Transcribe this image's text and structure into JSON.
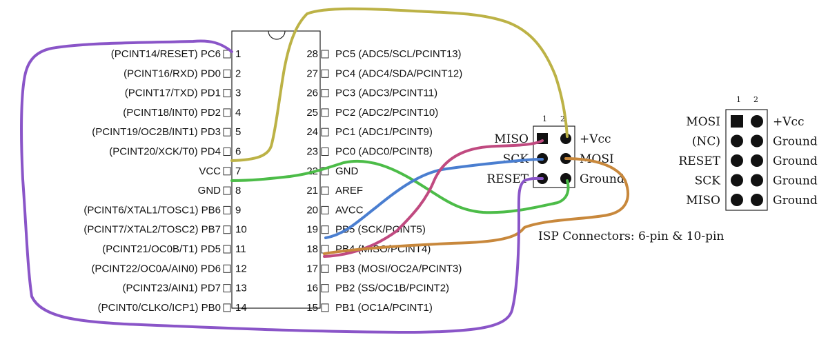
{
  "chip": {
    "left_pins": [
      {
        "label": "(PCINT14/RESET) PC6",
        "num": "1"
      },
      {
        "label": "(PCINT16/RXD) PD0",
        "num": "2"
      },
      {
        "label": "(PCINT17/TXD) PD1",
        "num": "3"
      },
      {
        "label": "(PCINT18/INT0) PD2",
        "num": "4"
      },
      {
        "label": "(PCINT19/OC2B/INT1) PD3",
        "num": "5"
      },
      {
        "label": "(PCINT20/XCK/T0) PD4",
        "num": "6"
      },
      {
        "label": "VCC",
        "num": "7"
      },
      {
        "label": "GND",
        "num": "8"
      },
      {
        "label": "(PCINT6/XTAL1/TOSC1) PB6",
        "num": "9"
      },
      {
        "label": "(PCINT7/XTAL2/TOSC2) PB7",
        "num": "10"
      },
      {
        "label": "(PCINT21/OC0B/T1) PD5",
        "num": "11"
      },
      {
        "label": "(PCINT22/OC0A/AIN0) PD6",
        "num": "12"
      },
      {
        "label": "(PCINT23/AIN1) PD7",
        "num": "13"
      },
      {
        "label": "(PCINT0/CLKO/ICP1) PB0",
        "num": "14"
      }
    ],
    "right_pins": [
      {
        "label": "PC5 (ADC5/SCL/PCINT13)",
        "num": "28"
      },
      {
        "label": "PC4 (ADC4/SDA/PCINT12)",
        "num": "27"
      },
      {
        "label": "PC3 (ADC3/PCINT11)",
        "num": "26"
      },
      {
        "label": "PC2 (ADC2/PCINT10)",
        "num": "25"
      },
      {
        "label": "PC1 (ADC1/PCINT9)",
        "num": "24"
      },
      {
        "label": "PC0 (ADC0/PCINT8)",
        "num": "23"
      },
      {
        "label": "GND",
        "num": "22"
      },
      {
        "label": "AREF",
        "num": "21"
      },
      {
        "label": "AVCC",
        "num": "20"
      },
      {
        "label": "PB5 (SCK/PCINT5)",
        "num": "19"
      },
      {
        "label": "PB4 (MISO/PCINT4)",
        "num": "18"
      },
      {
        "label": "PB3 (MOSI/OC2A/PCINT3)",
        "num": "17"
      },
      {
        "label": "PB2 (SS/OC1B/PCINT2)",
        "num": "16"
      },
      {
        "label": "PB1 (OC1A/PCINT1)",
        "num": "15"
      }
    ]
  },
  "isp6": {
    "col_numbers": [
      "1",
      "2"
    ],
    "left_labels": [
      "MISO",
      "SCK",
      "RESET"
    ],
    "right_labels": [
      "+Vcc",
      "MOSI",
      "Ground"
    ]
  },
  "isp10": {
    "col_numbers": [
      "1",
      "2"
    ],
    "left_labels": [
      "MOSI",
      "(NC)",
      "RESET",
      "SCK",
      "MISO"
    ],
    "right_labels": [
      "+Vcc",
      "Ground",
      "Ground",
      "Ground",
      "Ground"
    ]
  },
  "caption": "ISP Connectors: 6-pin & 10-pin",
  "wire_colors": {
    "reset": "#8a55c8",
    "vcc": "#bcb246",
    "gnd": "#4cbc48",
    "sck": "#4a7ed0",
    "miso": "#c04a80",
    "mosi": "#c8883c"
  }
}
